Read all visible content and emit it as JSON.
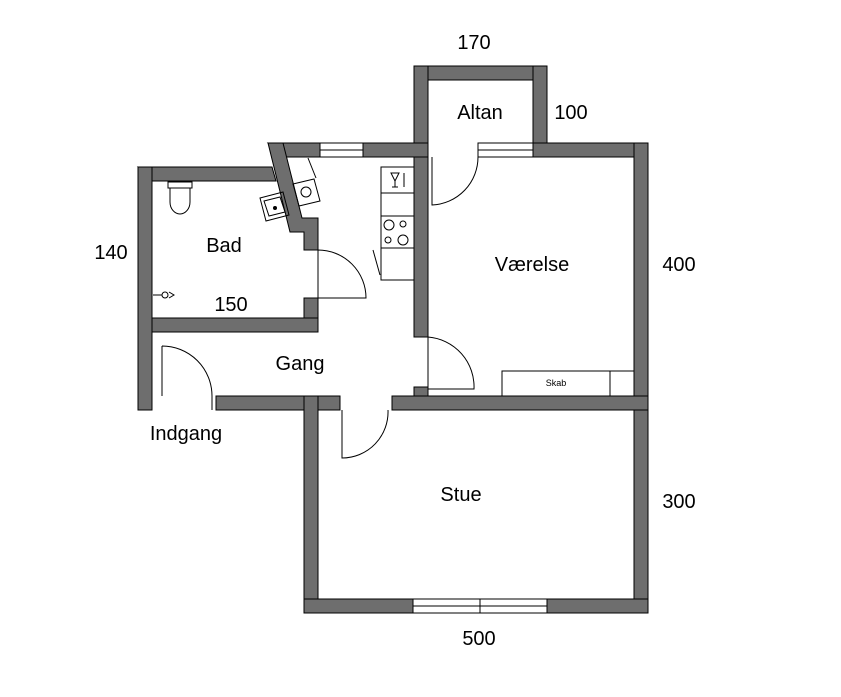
{
  "plan": {
    "rooms": {
      "altan": "Altan",
      "bad": "Bad",
      "vaerelse": "Værelse",
      "gang": "Gang",
      "indgang": "Indgang",
      "stue": "Stue"
    },
    "dimensions": {
      "altan_width": "170",
      "altan_depth": "100",
      "bad_height": "140",
      "bad_width": "150",
      "vaerelse_height": "400",
      "stue_height": "300",
      "stue_width": "500"
    },
    "furniture": {
      "skab": "Skab"
    },
    "colors": {
      "wall": "#6e6e6e",
      "outline": "#000000"
    }
  }
}
